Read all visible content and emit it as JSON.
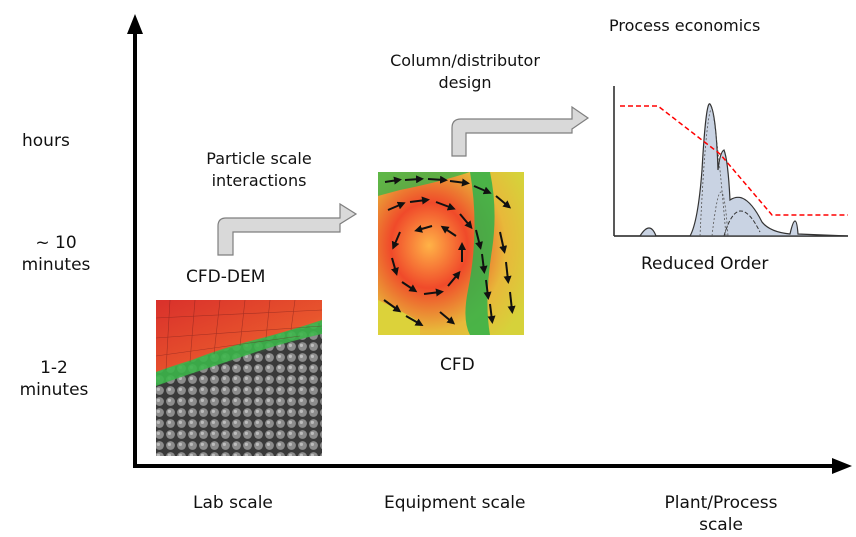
{
  "y_axis": {
    "ticks": [
      {
        "lines": [
          "hours"
        ]
      },
      {
        "lines": [
          "~ 10",
          "minutes"
        ]
      },
      {
        "lines": [
          "1-2",
          "minutes"
        ]
      }
    ]
  },
  "x_axis": {
    "ticks": [
      {
        "lines": [
          "Lab scale"
        ]
      },
      {
        "lines": [
          "Equipment scale"
        ]
      },
      {
        "lines": [
          "Plant/Process",
          "scale"
        ]
      }
    ]
  },
  "arrows": [
    {
      "lines": [
        "Particle scale",
        "interactions"
      ]
    },
    {
      "lines": [
        "Column/distributor",
        "design"
      ]
    }
  ],
  "panels": {
    "cfd_dem": {
      "label": "CFD-DEM"
    },
    "cfd": {
      "label": "CFD"
    },
    "reduced_order": {
      "label": "Reduced Order",
      "caption": "Process economics"
    }
  },
  "colors": {
    "axis": "#000000",
    "arrow_fill": "#d9d9d9",
    "arrow_stroke": "#7f7f7f",
    "economics_line": "#ff0000"
  }
}
